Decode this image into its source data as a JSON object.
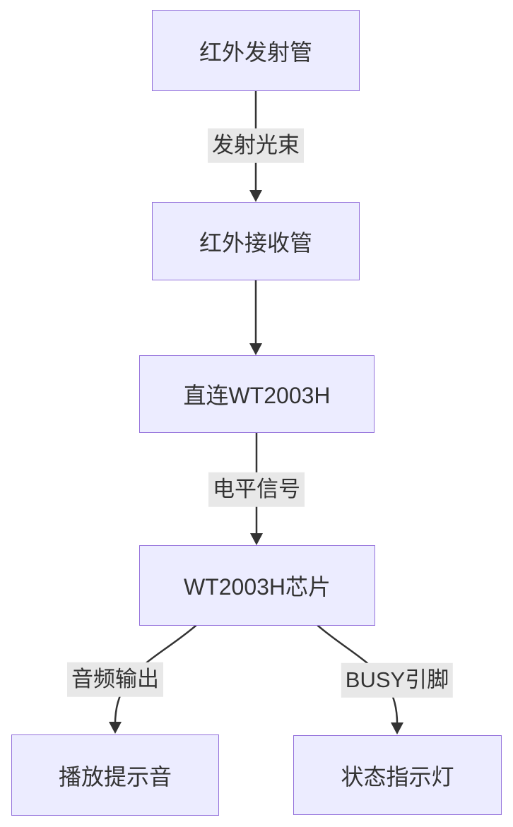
{
  "diagram": {
    "type": "flowchart",
    "direction": "top-down",
    "colors": {
      "background": "#ffffff",
      "node_fill": "#ECECFF",
      "node_border": "#9370DB",
      "edge_stroke": "#333333",
      "edge_label_bg": "#e8e8e8",
      "text": "#333333"
    },
    "nodes": [
      {
        "id": "A",
        "label": "红外发射管"
      },
      {
        "id": "B",
        "label": "红外接收管"
      },
      {
        "id": "C",
        "label": "直连WT2003H"
      },
      {
        "id": "D",
        "label": "WT2003H芯片"
      },
      {
        "id": "E",
        "label": "播放提示音"
      },
      {
        "id": "F",
        "label": "状态指示灯"
      }
    ],
    "edges": [
      {
        "from": "A",
        "to": "B",
        "label": "发射光束"
      },
      {
        "from": "B",
        "to": "C",
        "label": ""
      },
      {
        "from": "C",
        "to": "D",
        "label": "电平信号"
      },
      {
        "from": "D",
        "to": "E",
        "label": "音频输出"
      },
      {
        "from": "D",
        "to": "F",
        "label": "BUSY引脚"
      }
    ]
  }
}
